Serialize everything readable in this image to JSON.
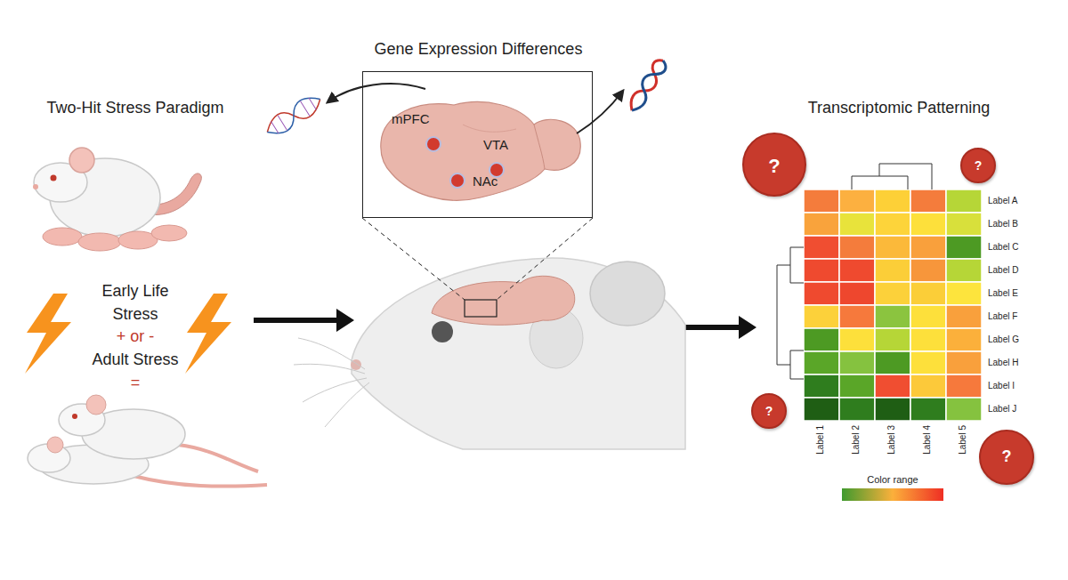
{
  "diagram": {
    "nodes": [
      {
        "text": [
          "Gene Expression Differences"
        ]
      },
      {
        "text": [
          "mPFC"
        ],
        "in": 0
      },
      {
        "text": [
          "VTA"
        ],
        "in": 0
      },
      {
        "text": [
          "NAc"
        ],
        "in": 0
      },
      {
        "text": [
          "?"
        ]
      },
      {
        "text": [
          "?"
        ]
      },
      {
        "text": [
          "?"
        ]
      },
      {
        "text": [
          "?"
        ]
      }
    ],
    "labels": [
      "Two-Hit Stress Paradigm",
      "Early Life Stress",
      "+ or -",
      "Adult Stress",
      "=",
      "Transcriptomic Patterning",
      "Label A",
      "Label B",
      "Label C",
      "Label D",
      "Label E",
      "Label F",
      "Label G",
      "Label H",
      "Label I",
      "Label J",
      "Label 1",
      "Label 2",
      "Label 3",
      "Label 4",
      "Label 5"
    ],
    "legend": [
      {
        "text": "Color range"
      }
    ]
  }
}
